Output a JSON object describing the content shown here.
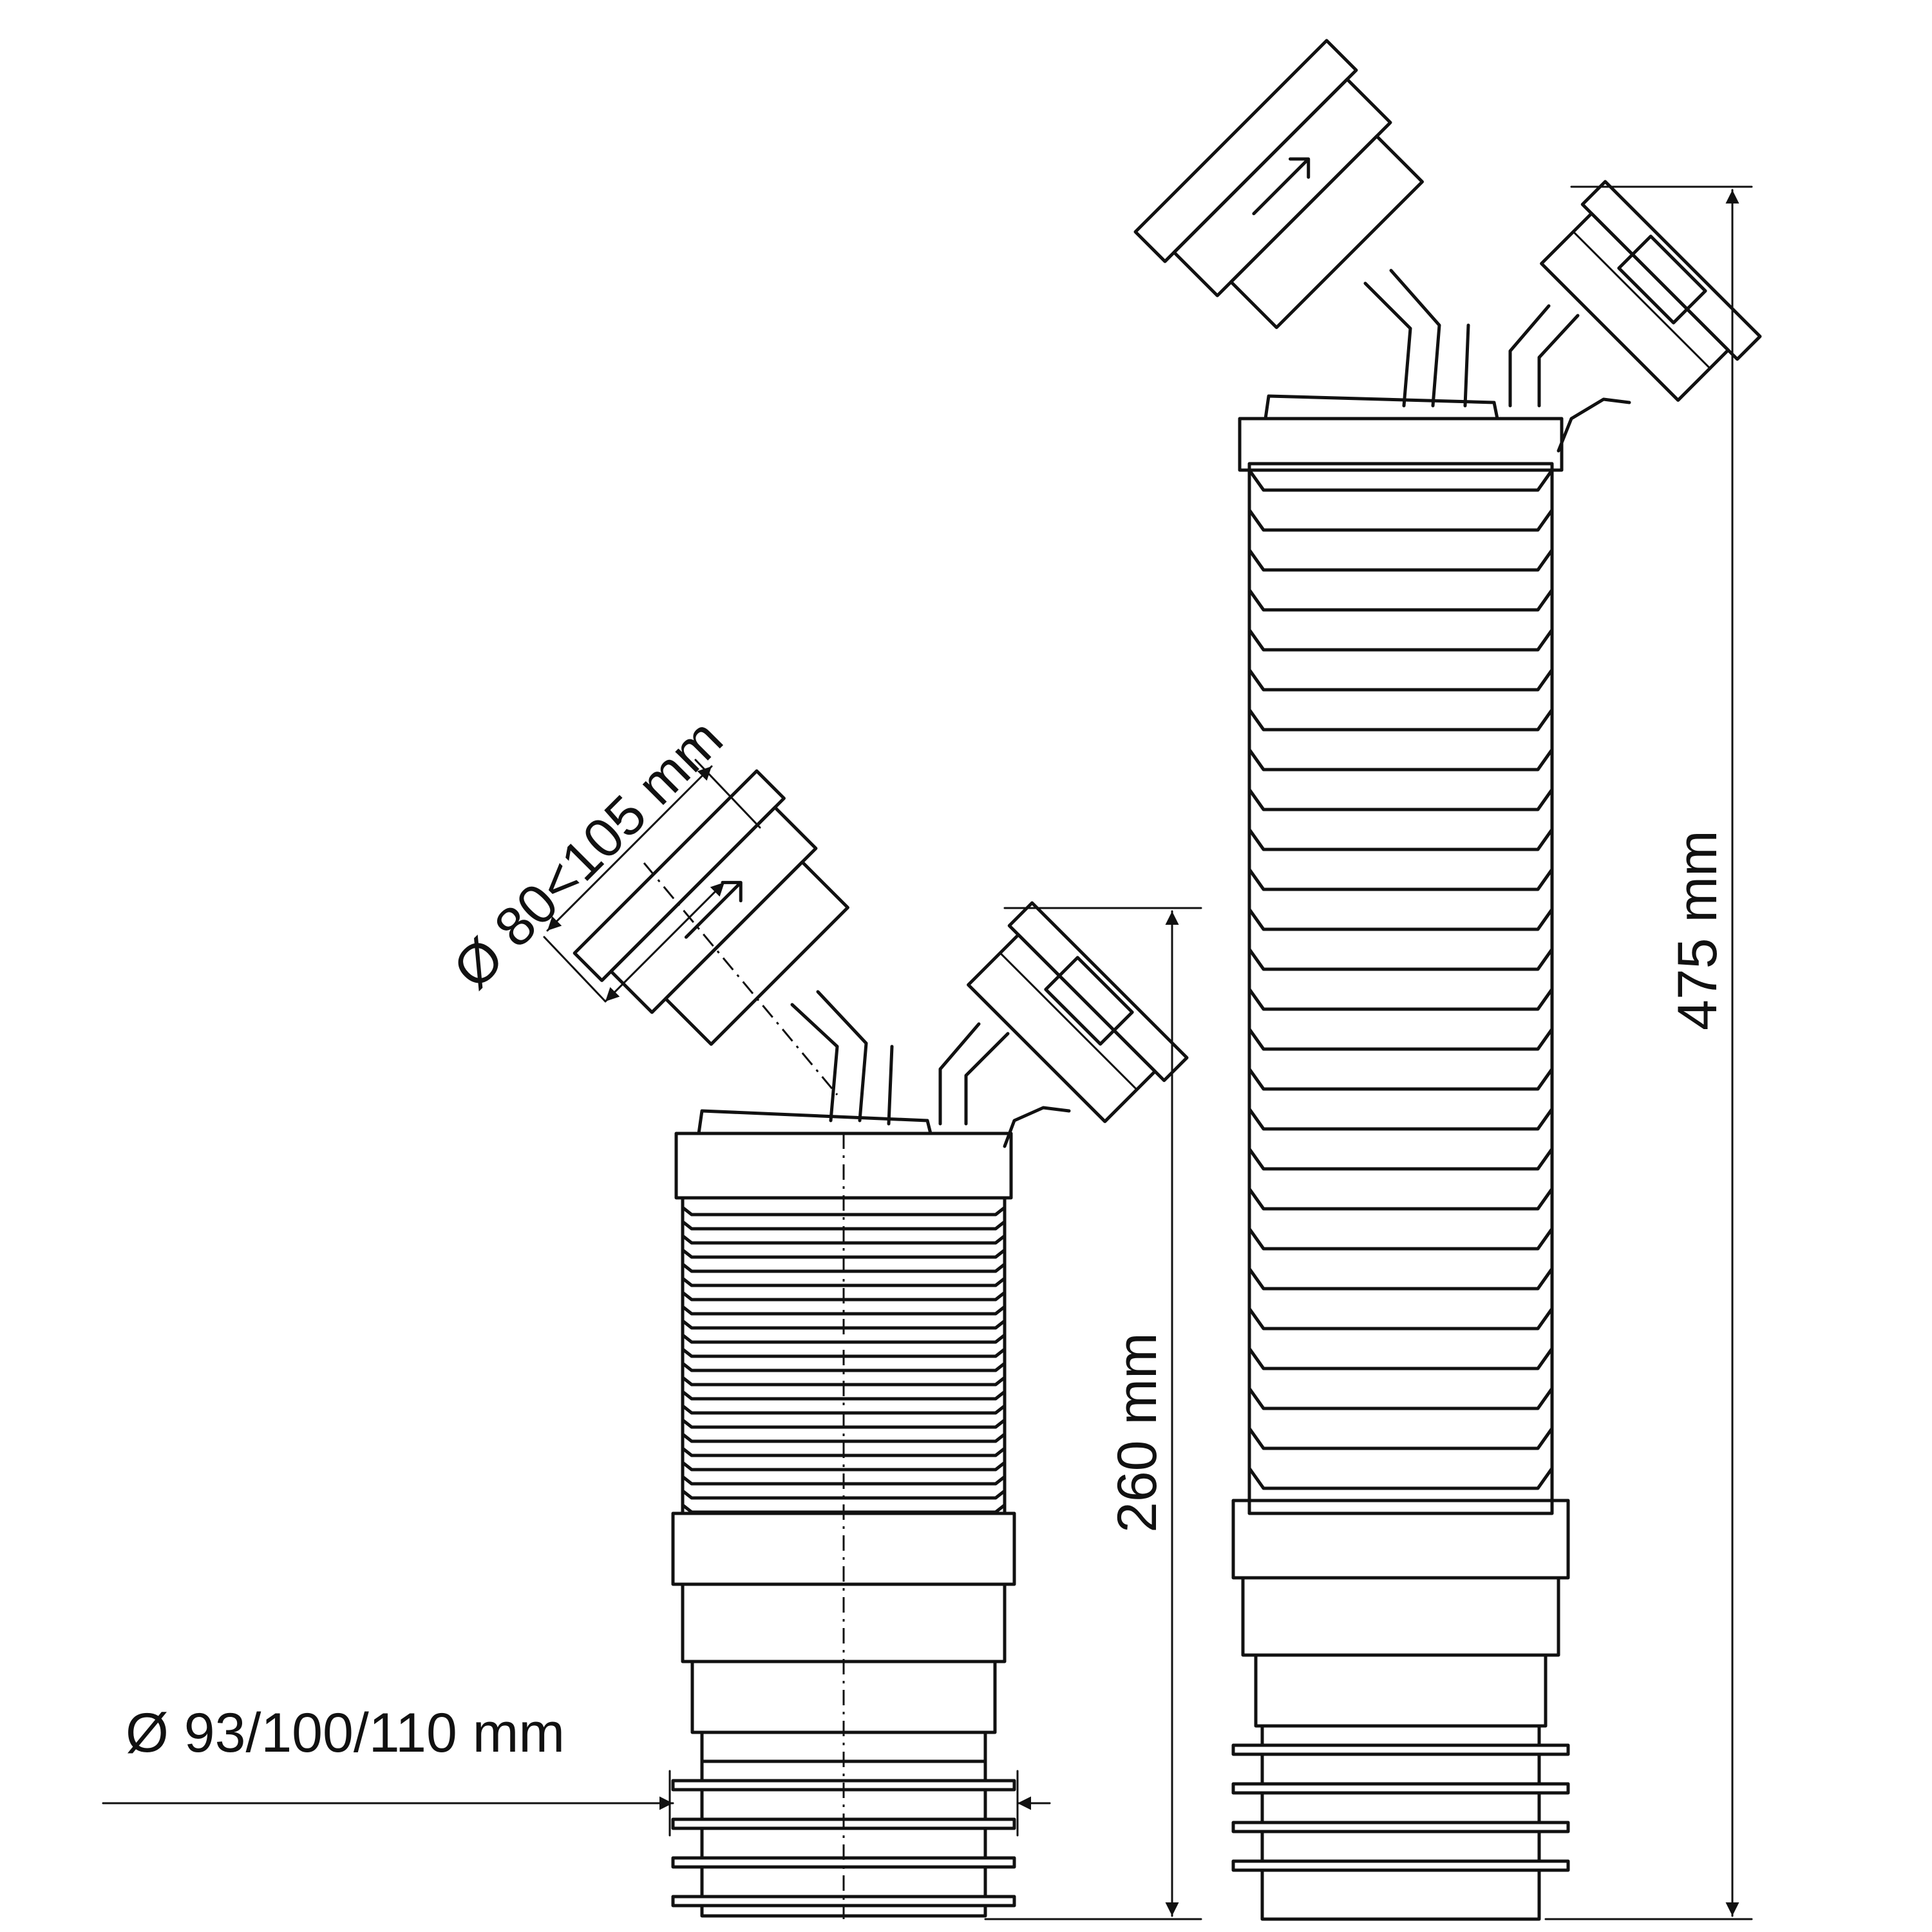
{
  "dimensions": {
    "inlet_diameter": "Ø 80<105 mm",
    "outlet_diameter": "Ø 93/100/110 mm",
    "height_compressed": "260 mm",
    "height_extended": "475 mm"
  },
  "colors": {
    "line": "#111111",
    "background": "#ffffff"
  }
}
